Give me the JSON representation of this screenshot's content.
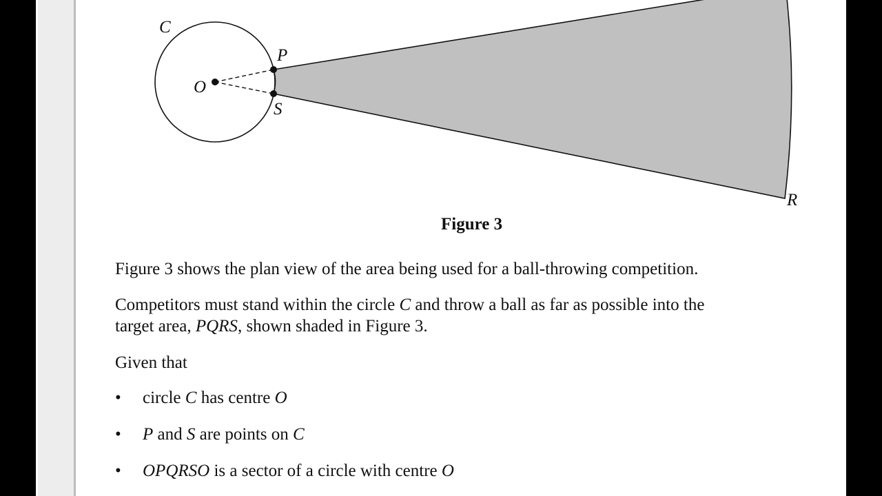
{
  "figure": {
    "labels": {
      "circle": "C",
      "centre": "O",
      "p": "P",
      "s": "S",
      "r": "R"
    },
    "colors": {
      "shaded": "#c0c0c0",
      "stroke": "#111111"
    },
    "caption": "Figure 3"
  },
  "paragraphs": {
    "p1": "Figure 3 shows the plan view of the area being used for a ball-throwing competition.",
    "p2_a": "Competitors must stand within the circle ",
    "p2_c": "C",
    "p2_b": " and throw a ball as far as possible into the",
    "p2_line2_a": "target area, ",
    "p2_line2_pqrs": "PQRS",
    "p2_line2_b": ", shown shaded in Figure 3.",
    "p3": "Given that"
  },
  "bullets": [
    {
      "symbol": "•",
      "parts": [
        "circle ",
        "C",
        " has centre ",
        "O"
      ]
    },
    {
      "symbol": "•",
      "parts": [
        "P",
        " and ",
        "S",
        " are points on ",
        "C"
      ]
    },
    {
      "symbol": "•",
      "parts": [
        "OPQRSO",
        " is a sector of a circle with centre ",
        "O"
      ]
    }
  ]
}
